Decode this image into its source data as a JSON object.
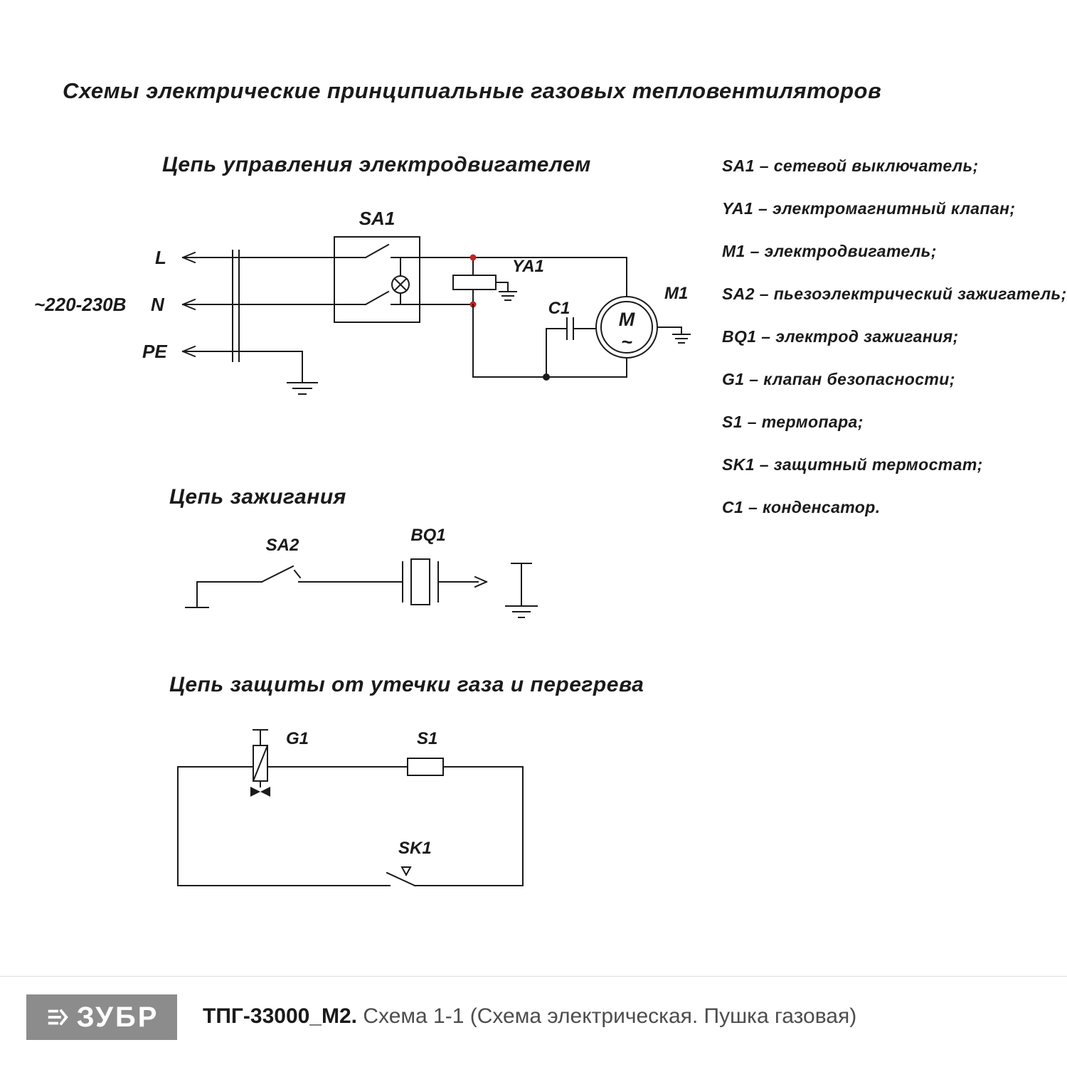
{
  "page": {
    "title": "Схемы электрические принципиальные газовых тепловентиляторов"
  },
  "control_circuit": {
    "heading": "Цепь управления электродвигателем",
    "voltage_label": "~220-230В",
    "rail_l": "L",
    "rail_n": "N",
    "rail_pe": "PE",
    "sa1": "SA1",
    "ya1": "YA1",
    "c1": "C1",
    "m1": "M1",
    "motor_letter": "M",
    "motor_tilde": "~"
  },
  "ignition_circuit": {
    "heading": "Цепь зажигания",
    "sa2": "SA2",
    "bq1": "BQ1"
  },
  "protection_circuit": {
    "heading": "Цепь защиты от утечки газа и перегрева",
    "g1": "G1",
    "s1": "S1",
    "sk1": "SK1"
  },
  "legend": {
    "items": [
      {
        "code": "SA1",
        "desc": "– сетевой выключатель;"
      },
      {
        "code": "YA1",
        "desc": "– электромагнитный клапан;"
      },
      {
        "code": "M1",
        "desc": "– электродвигатель;"
      },
      {
        "code": "SA2",
        "desc": "– пьезоэлектрический зажигатель;"
      },
      {
        "code": "BQ1",
        "desc": "– электрод зажигания;"
      },
      {
        "code": "G1",
        "desc": "– клапан безопасности;"
      },
      {
        "code": "S1",
        "desc": "– термопара;"
      },
      {
        "code": "SK1",
        "desc": "– защитный термостат;"
      },
      {
        "code": "C1",
        "desc": "– конденсатор."
      }
    ]
  },
  "footer": {
    "logo_text": "ЗУБР",
    "model": "ТПГ-33000_М2.",
    "caption": "Схема 1-1 (Схема электрическая. Пушка газовая)"
  },
  "colors": {
    "line": "#1a1a1a",
    "junction_red": "#c22222",
    "logo_background": "#8c8c8c",
    "caption_gray": "#4d4d4d"
  }
}
